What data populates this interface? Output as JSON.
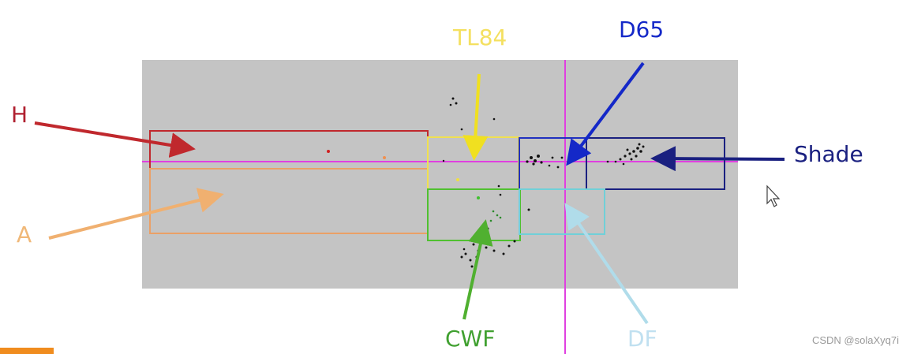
{
  "labels": {
    "H": "H",
    "A": "A",
    "TL84": "TL84",
    "D65": "D65",
    "Shade": "Shade",
    "CWF": "CWF",
    "DF": "DF"
  },
  "watermark": "CSDN @solaXyq7i",
  "colors": {
    "plot_bg": "#c4c4c4",
    "axis": "#e040e0",
    "H": "#c0282d",
    "A": "#f0b070",
    "TL84": "#f0e050",
    "D65": "#1428c8",
    "Shade": "#1a2080",
    "CWF": "#50b030",
    "DF": "#a0d8e8",
    "dots": "#111111"
  },
  "icons": {
    "cursor": "mouse-pointer-icon"
  }
}
